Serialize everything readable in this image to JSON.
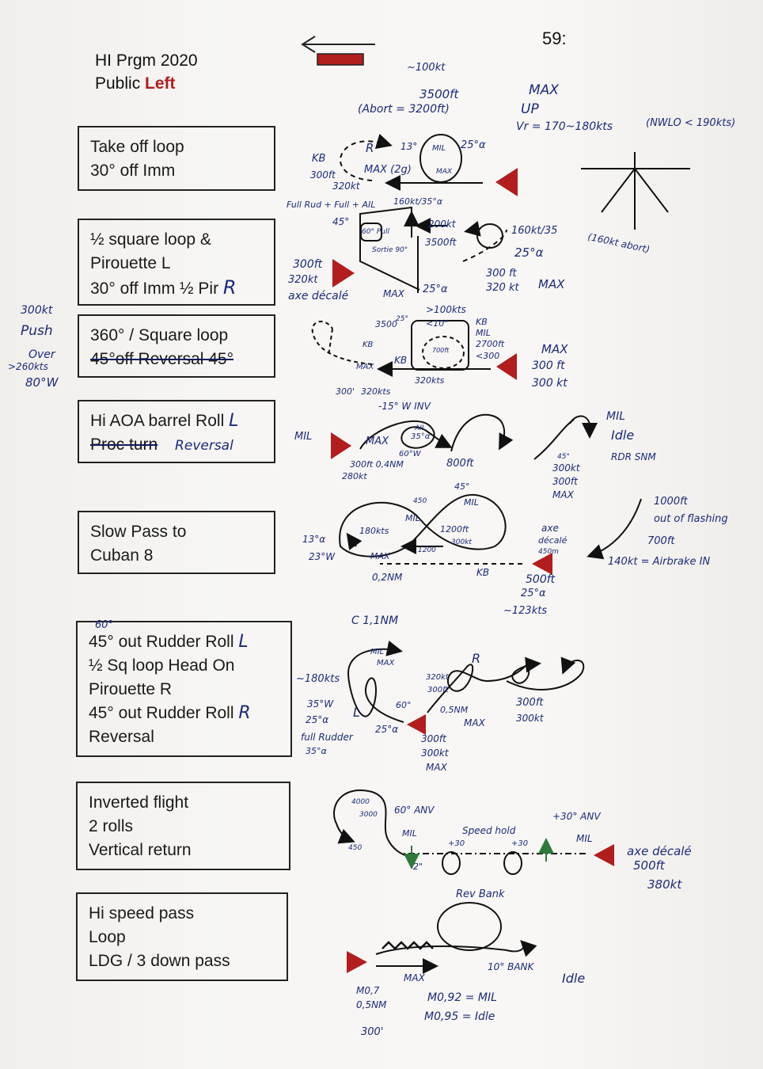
{
  "page_number": "59:",
  "header": {
    "line1": "HI Prgm 2020",
    "public_prefix": "Public ",
    "public_side": "Left"
  },
  "colors": {
    "accent_red": "#b21d1d",
    "ink_blue": "#1b2a7a",
    "ink_black": "#111111",
    "ink_green": "#2f7a3a"
  },
  "boxes": [
    {
      "lines": [
        "Take off loop",
        "30° off Imm"
      ]
    },
    {
      "lines": [
        "½ square loop &",
        "Pirouette L",
        "30° off Imm ½ Pir"
      ],
      "note": "R"
    },
    {
      "lines": [
        "360° / Square loop",
        "45°off Reversal 45°"
      ]
    },
    {
      "lines": [
        "Hi AOA barrel Roll",
        "Proc turn"
      ],
      "note": "L",
      "note2": "Reversal"
    },
    {
      "lines": [
        "Slow Pass to",
        "Cuban 8"
      ]
    },
    {
      "lines": [
        "45° out  Rudder Roll",
        "½ Sq loop Head On",
        "Pirouette  R",
        "45° out Rudder Roll",
        "Reversal"
      ],
      "note": "L",
      "note2": "R",
      "note3": "60°"
    },
    {
      "lines": [
        "Inverted flight",
        "2 rolls",
        "Vertical return"
      ]
    },
    {
      "lines": [
        "Hi speed pass",
        "Loop",
        "LDG / 3 down pass"
      ]
    }
  ],
  "notes": {
    "top": {
      "kts100": "~100kt",
      "ft3500": "3500ft",
      "abort": "(Abort = 3200ft)",
      "max": "MAX",
      "up": "UP",
      "vr": "Vr = 170~180kts",
      "nwlo": "(NWLO < 190kts)",
      "kt160abort": "(160kt abort)"
    },
    "m1": {
      "r": "R",
      "a13": "13°",
      "mil": "MIL",
      "a25": "25°α",
      "kb": "KB",
      "ft300": "300ft",
      "kt320": "320kt",
      "max2g": "MAX (2g)",
      "max": "MAX"
    },
    "m2": {
      "full": "Full Rud + Full + AIL",
      "kt160a": "160kt/35°α",
      "a45": "45°",
      "a60pull": "60° Pull",
      "sortie": "Sortie 90°",
      "kt200": "200kt",
      "ft3500": "3500ft",
      "kt160b": "160kt/35",
      "a25": "25°α",
      "ft300": "300ft",
      "kt320": "320kt",
      "axe": "axe décalé",
      "max": "MAX",
      "a25b": "25°α",
      "ft300b": "300 ft",
      "kt320b": "320 kt",
      "max2": "MAX"
    },
    "m3": {
      "left1": "300kt",
      "left2": "Push",
      "left3": "Over",
      "left4": ">260kts",
      "left5": "80°W",
      "kts100": ">100kts",
      "ft3500": "3500",
      "a25": "25°",
      "sec10": "<10\"",
      "kb": "KB",
      "mil": "MIL",
      "ft2700": "2700ft",
      "lt300": "<300",
      "ft700": "700ft",
      "max": "MAX",
      "ft300": "300 ft",
      "kt300": "300 kt",
      "kb2": "KB",
      "kb3": "KB",
      "max2": "MAX",
      "kts320": "320kts",
      "ft300b": "300'",
      "kts320b": "320kts"
    },
    "m4": {
      "w15": "-15° W INV",
      "mil": "MIL",
      "max": "MAX",
      "a35": "35°α",
      "ail": "AIL",
      "w60": "60°W",
      "ft300": "300ft 0,4NM",
      "kt280": "280kt",
      "ft800": "800ft",
      "mil2": "MIL",
      "idle": "Idle",
      "rdr": "RDR SNM",
      "a45": "45°",
      "kt300": "300kt",
      "ft300b": "300ft",
      "max2": "MAX"
    },
    "m5": {
      "a45": "45°",
      "mil": "MIL",
      "a450": "450",
      "mil2": "MIL",
      "kts180": "180kts",
      "ft1200": "1200ft",
      "kt300": "300kt",
      "a13": "13°α",
      "w23": "23°W",
      "max": "MAX",
      "n1200": "1200",
      "nm02": "0,2NM",
      "kb": "KB",
      "axe": "axe",
      "decale": "décalé",
      "m450": "450m",
      "ft500": "500ft",
      "a25": "25°α",
      "kts123": "~123kts",
      "ft1000": "1000ft",
      "flashing": "out of flashing",
      "ft700": "700ft",
      "kt140": "140kt = Airbrake IN"
    },
    "m6": {
      "nm11": "C 1,1NM",
      "mil": "MIL",
      "max": "MAX",
      "r": "R",
      "kts180": "~180kts",
      "kt320": "320kt",
      "ft300": "300ft",
      "w35": "35°W",
      "a25": "25°α",
      "l": "L",
      "a60": "60°",
      "a25b": "25°α",
      "nm05": "0,5NM",
      "max2": "MAX",
      "full": "full Rudder",
      "a35": "35°α",
      "ft300b": "300ft",
      "kt300": "300kt",
      "max3": "MAX",
      "ft300c": "300ft",
      "kt300b": "300kt"
    },
    "m7": {
      "n4000": "4000",
      "n3000": "3000",
      "anv60": "60° ANV",
      "a450": "450",
      "mil": "MIL",
      "speed": "Speed hold",
      "p30a": "+30",
      "p30b": "+30",
      "s2": "2\"",
      "anv30": "+30° ANV",
      "mil2": "MIL",
      "axe": "axe décalé",
      "ft500": "500ft",
      "kt380": "380kt"
    },
    "m8": {
      "rev": "Rev Bank",
      "max": "MAX",
      "bank10": "10° BANK",
      "idle": "Idle",
      "m07": "M0,7",
      "nm05": "0,5NM",
      "m092": "M0,92 = MIL",
      "m095": "M0,95 = Idle",
      "ft300": "300'"
    }
  }
}
